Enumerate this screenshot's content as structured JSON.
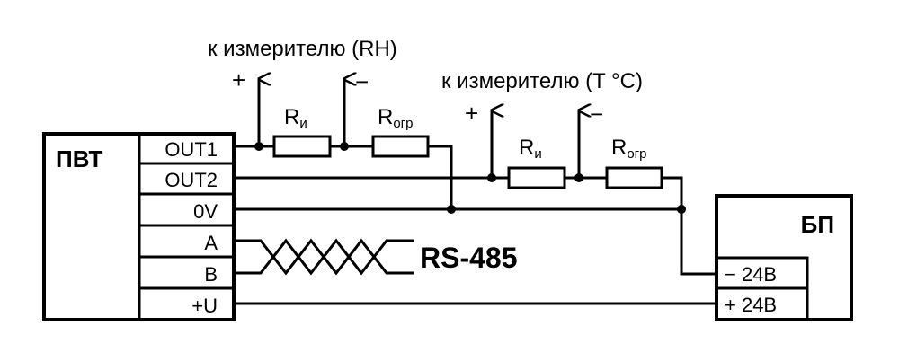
{
  "pvt": {
    "title": "ПВТ",
    "pins": [
      "OUT1",
      "OUT2",
      "0V",
      "A",
      "B",
      "+U"
    ]
  },
  "bp": {
    "title": "БП",
    "pins": [
      "− 24В",
      "+ 24В"
    ]
  },
  "rh_branch": {
    "heading": "к измерителю (RH)",
    "plus": "+",
    "minus": "−",
    "r_meas": {
      "main": "R",
      "sub": "и"
    },
    "r_lim": {
      "main": "R",
      "sub": "огр"
    }
  },
  "t_branch": {
    "heading": "к измерителю (T °C)",
    "plus": "+",
    "minus": "−",
    "r_meas": {
      "main": "R",
      "sub": "и"
    },
    "r_lim": {
      "main": "R",
      "sub": "огр"
    }
  },
  "bus": {
    "label": "RS-485"
  }
}
